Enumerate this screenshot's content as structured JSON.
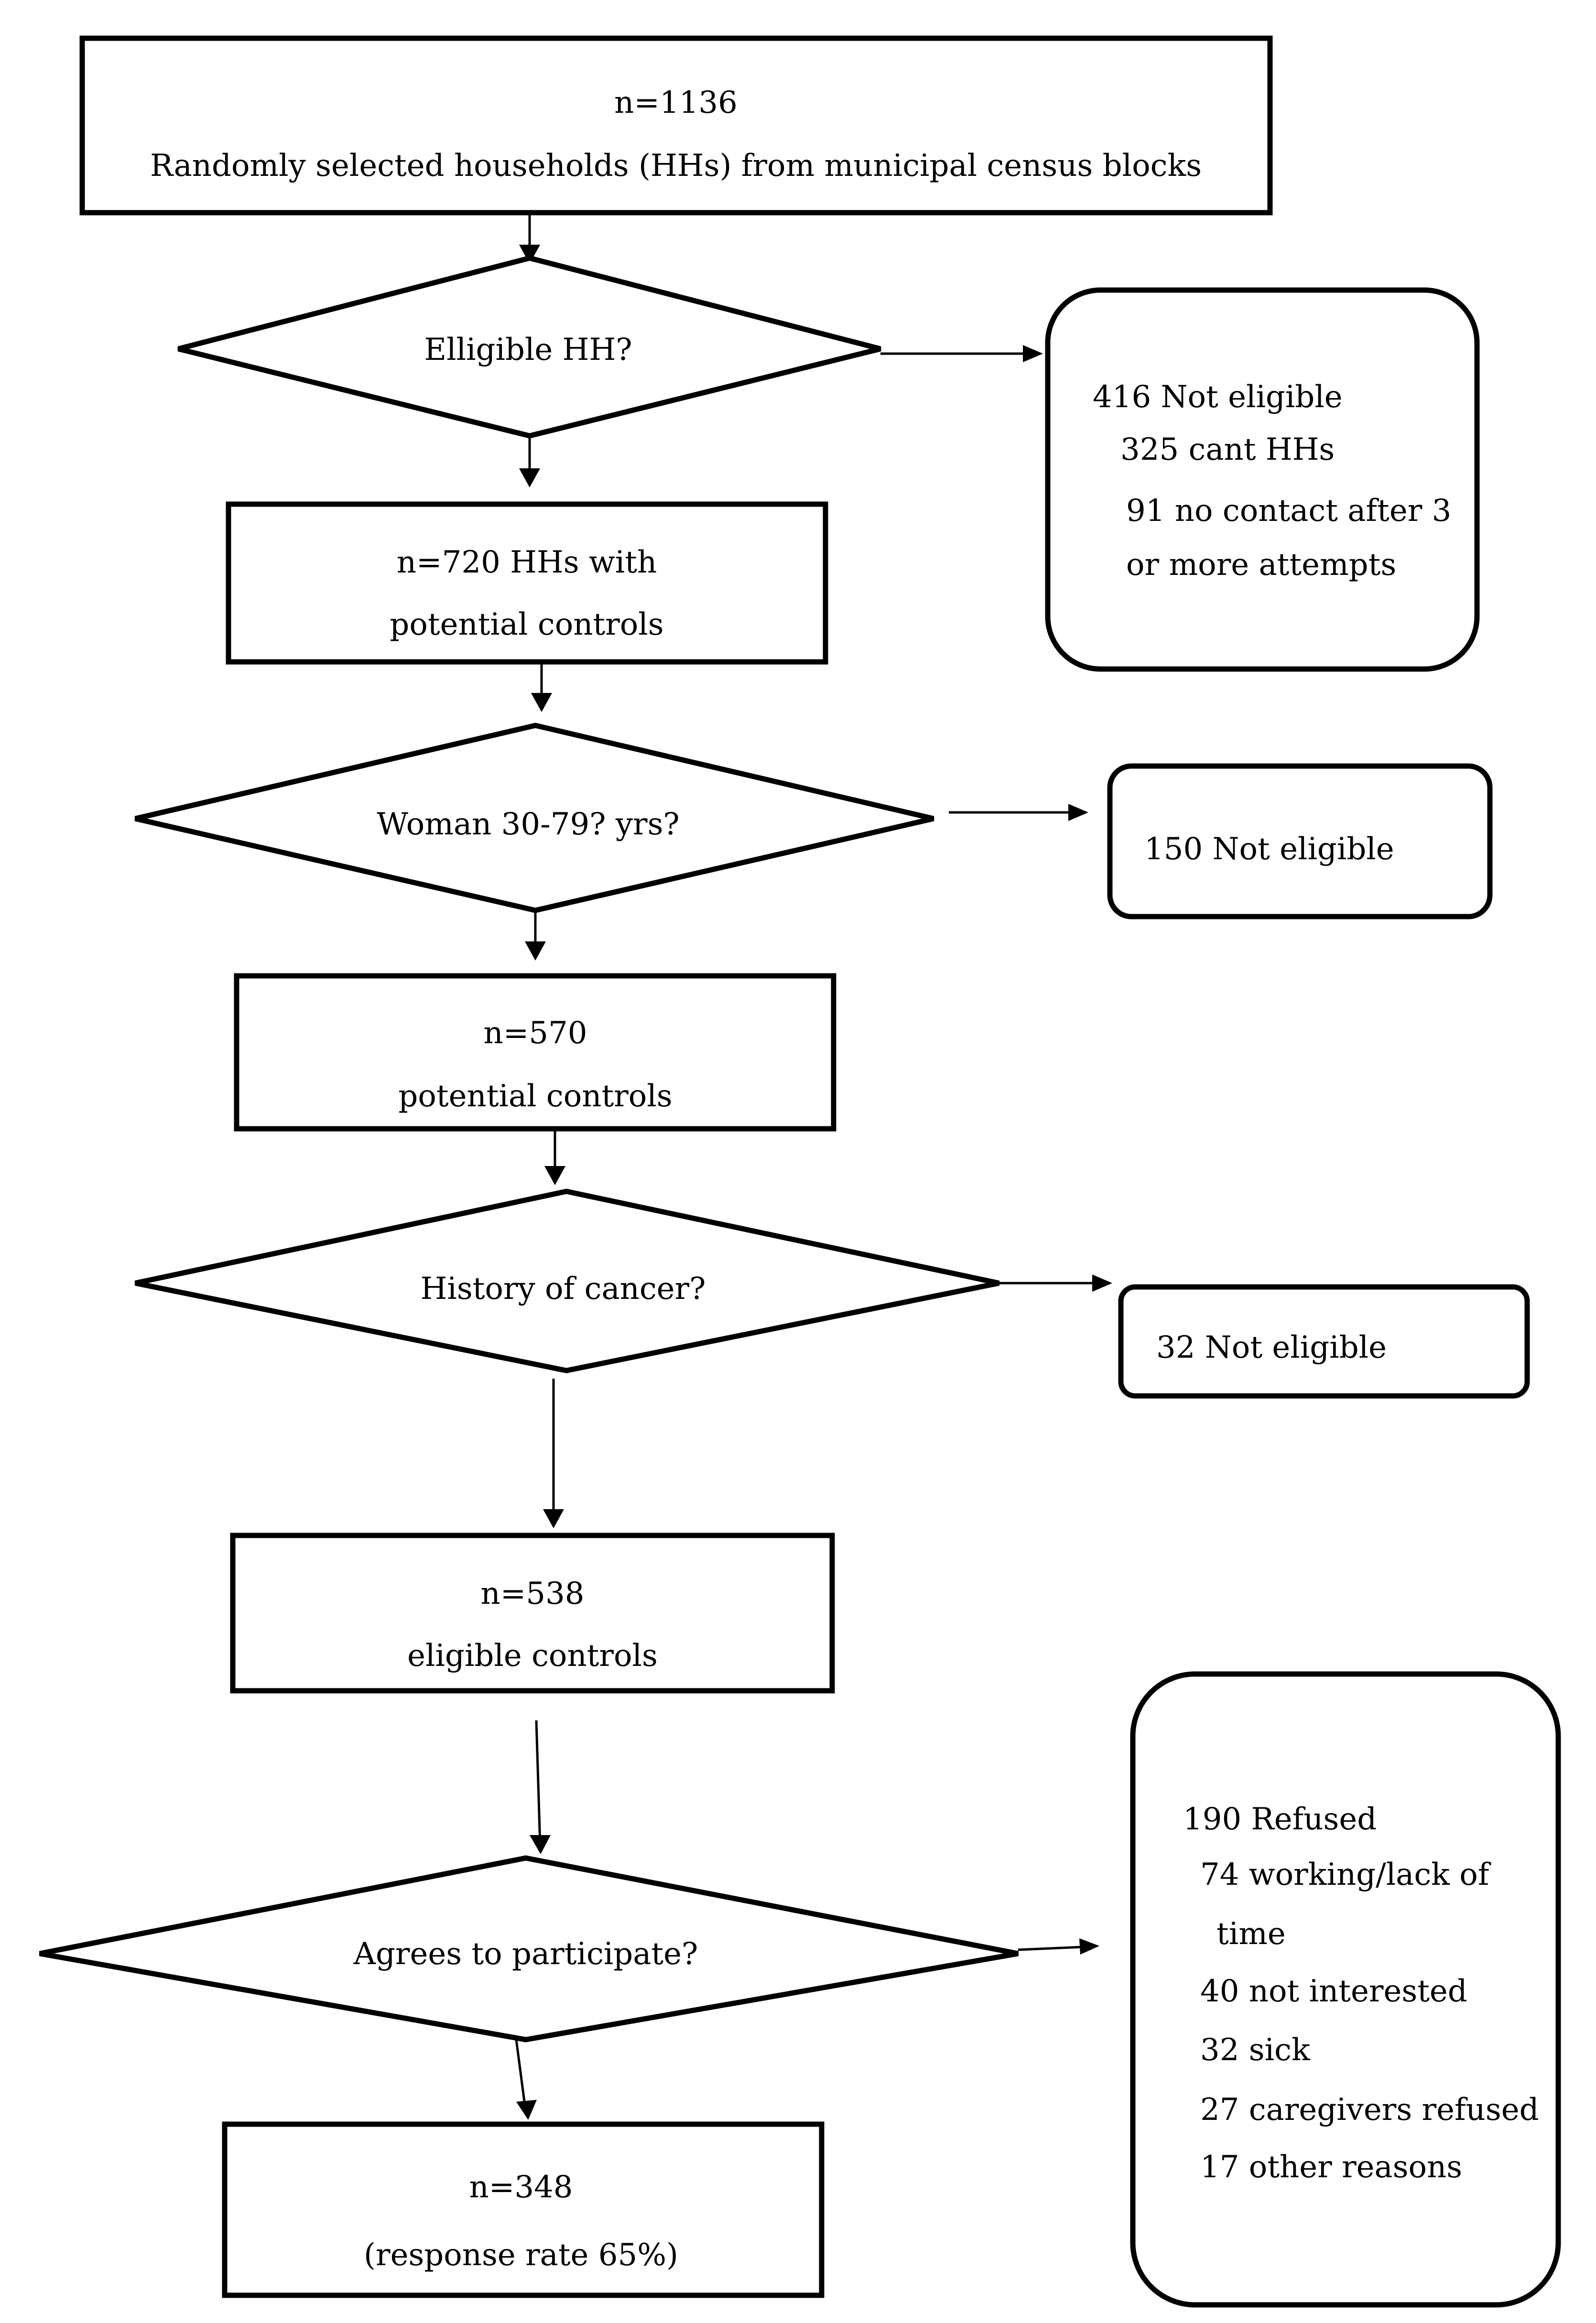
{
  "boxes": {
    "start": [
      "n=1136",
      "Randomly selected households (HHs) from municipal census blocks"
    ],
    "hh_controls": [
      "n=720 HHs with",
      "potential controls"
    ],
    "potential": [
      "n=570",
      "potential controls"
    ],
    "eligible": [
      "n=538",
      "eligible controls"
    ],
    "final": [
      "n=348",
      "(response rate 65%)"
    ]
  },
  "decisions": {
    "d1": "Elligible HH?",
    "d2": "Woman 30-79? yrs?",
    "d3": "History of cancer?",
    "d4": "Agrees to participate?"
  },
  "exclusions": {
    "x1": [
      "416 Not eligible",
      "325  cant HHs",
      "91 no contact after 3",
      "or more attempts"
    ],
    "x2": [
      "150 Not eligible"
    ],
    "x3": [
      "32 Not eligible"
    ],
    "x4": [
      "190 Refused",
      "74 working/lack of",
      "time",
      "40 not interested",
      "32 sick",
      "27 caregivers refused",
      "17 other reasons"
    ]
  }
}
